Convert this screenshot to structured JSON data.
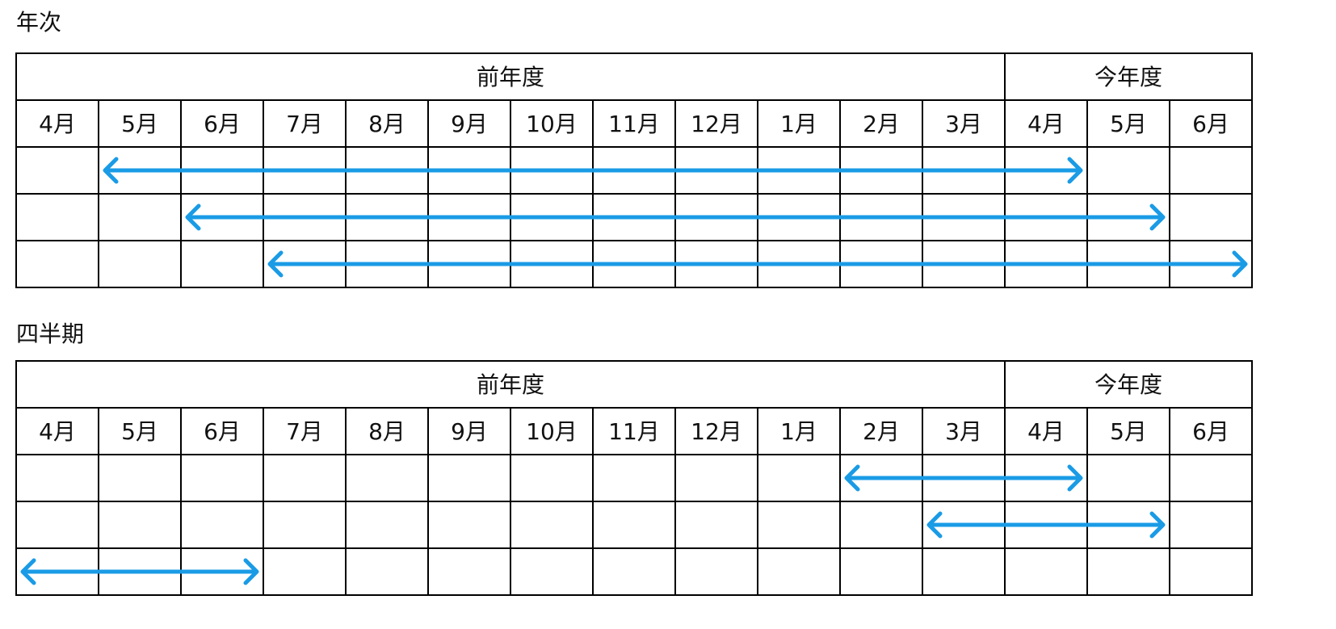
{
  "colors": {
    "arrow": "#1a9be6",
    "grid": "#000000"
  },
  "sections": [
    {
      "title": "年次",
      "header_prev": "前年度",
      "header_curr": "今年度",
      "months": [
        "4月",
        "5月",
        "6月",
        "7月",
        "8月",
        "9月",
        "10月",
        "11月",
        "12月",
        "1月",
        "2月",
        "3月",
        "4月",
        "5月",
        "6月"
      ],
      "arrows": [
        {
          "from": "5月",
          "to": "4月"
        },
        {
          "from": "6月",
          "to": "5月"
        },
        {
          "from": "7月",
          "to": "6月"
        }
      ]
    },
    {
      "title": "四半期",
      "header_prev": "前年度",
      "header_curr": "今年度",
      "months": [
        "4月",
        "5月",
        "6月",
        "7月",
        "8月",
        "9月",
        "10月",
        "11月",
        "12月",
        "1月",
        "2月",
        "3月",
        "4月",
        "5月",
        "6月"
      ],
      "arrows": [
        {
          "from": "2月",
          "to": "4月"
        },
        {
          "from": "3月",
          "to": "5月"
        },
        {
          "from": "4月",
          "to": "6月"
        }
      ]
    }
  ]
}
